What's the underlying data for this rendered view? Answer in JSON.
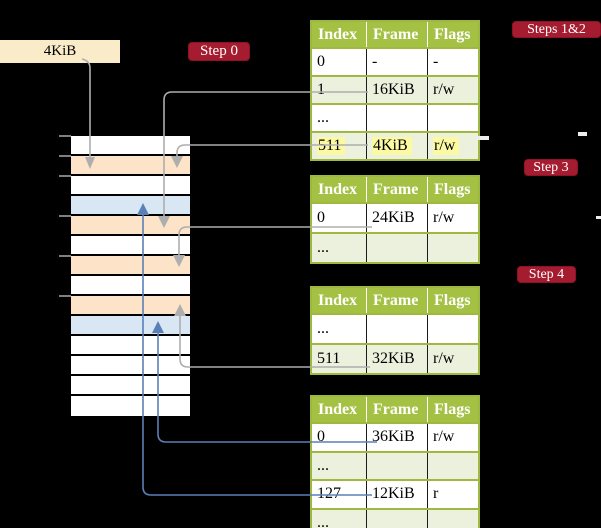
{
  "mem_box": {
    "label": "4KiB"
  },
  "badges": {
    "step0": "Step 0",
    "steps12": "Steps 1&2",
    "step3": "Step 3",
    "step4": "Step 4"
  },
  "stack": {
    "rows": [
      "white",
      "peach",
      "white",
      "blue",
      "peach",
      "white",
      "peach",
      "white",
      "peach",
      "blue",
      "white",
      "white",
      "white",
      "white"
    ]
  },
  "tables": [
    {
      "name": "page-table-steps-1-2",
      "headers": [
        "Index",
        "Frame",
        "Flags"
      ],
      "rows": [
        {
          "cells": [
            "0",
            "-",
            "-"
          ],
          "shaded": false,
          "highlighted": false
        },
        {
          "cells": [
            "1",
            "16KiB",
            "r/w"
          ],
          "shaded": true,
          "highlighted": false
        },
        {
          "cells": [
            "...",
            "",
            ""
          ],
          "shaded": false,
          "highlighted": false
        },
        {
          "cells": [
            "511",
            "4KiB",
            "r/w"
          ],
          "shaded": true,
          "highlighted": true
        }
      ]
    },
    {
      "name": "page-table-step-3",
      "headers": [
        "Index",
        "Frame",
        "Flags"
      ],
      "rows": [
        {
          "cells": [
            "0",
            "24KiB",
            "r/w"
          ],
          "shaded": false,
          "highlighted": false
        },
        {
          "cells": [
            "...",
            "",
            ""
          ],
          "shaded": true,
          "highlighted": false
        }
      ]
    },
    {
      "name": "page-table-step-4",
      "headers": [
        "Index",
        "Frame",
        "Flags"
      ],
      "rows": [
        {
          "cells": [
            "...",
            "",
            ""
          ],
          "shaded": false,
          "highlighted": false
        },
        {
          "cells": [
            "511",
            "32KiB",
            "r/w"
          ],
          "shaded": true,
          "highlighted": false
        }
      ]
    },
    {
      "name": "page-table-bottom",
      "headers": [
        "Index",
        "Frame",
        "Flags"
      ],
      "rows": [
        {
          "cells": [
            "0",
            "36KiB",
            "r/w"
          ],
          "shaded": false,
          "highlighted": false
        },
        {
          "cells": [
            "...",
            "",
            ""
          ],
          "shaded": true,
          "highlighted": false
        },
        {
          "cells": [
            "127",
            "12KiB",
            "r"
          ],
          "shaded": false,
          "highlighted": false
        },
        {
          "cells": [
            "...",
            "",
            ""
          ],
          "shaded": true,
          "highlighted": false
        }
      ]
    }
  ],
  "colors": {
    "background": "#000000",
    "cream": "#faecc9",
    "peach": "#fde3c7",
    "blue_row": "#d9e6f4",
    "header_green": "#a5c144",
    "row_green": "#ebf1dc",
    "table_border": "#9fb840",
    "highlight_yellow": "#fcf9a3",
    "badge_red": "#a51c30",
    "arrow_gray": "#aeaeae",
    "arrow_blue": "#5b80b7"
  }
}
